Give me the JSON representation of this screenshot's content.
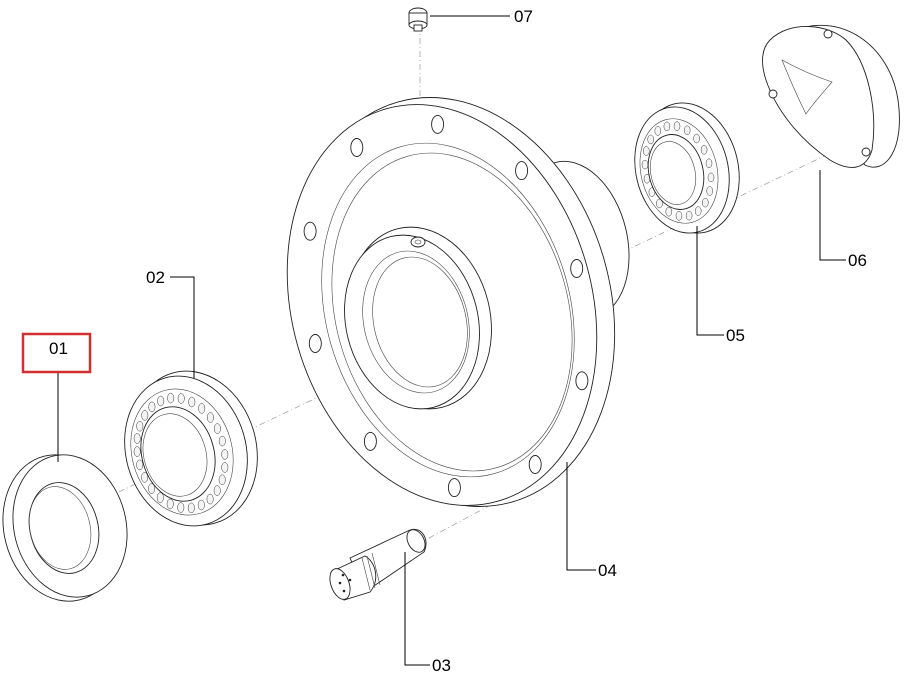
{
  "callouts": [
    {
      "id": "01",
      "label": "01",
      "selected": true
    },
    {
      "id": "02",
      "label": "02",
      "selected": false
    },
    {
      "id": "03",
      "label": "03",
      "selected": false
    },
    {
      "id": "04",
      "label": "04",
      "selected": false
    },
    {
      "id": "05",
      "label": "05",
      "selected": false
    },
    {
      "id": "06",
      "label": "06",
      "selected": false
    },
    {
      "id": "07",
      "label": "07",
      "selected": false
    }
  ],
  "colors": {
    "highlight": "#d32f2f",
    "line": "#222222",
    "axis": "#9a9a9a"
  }
}
